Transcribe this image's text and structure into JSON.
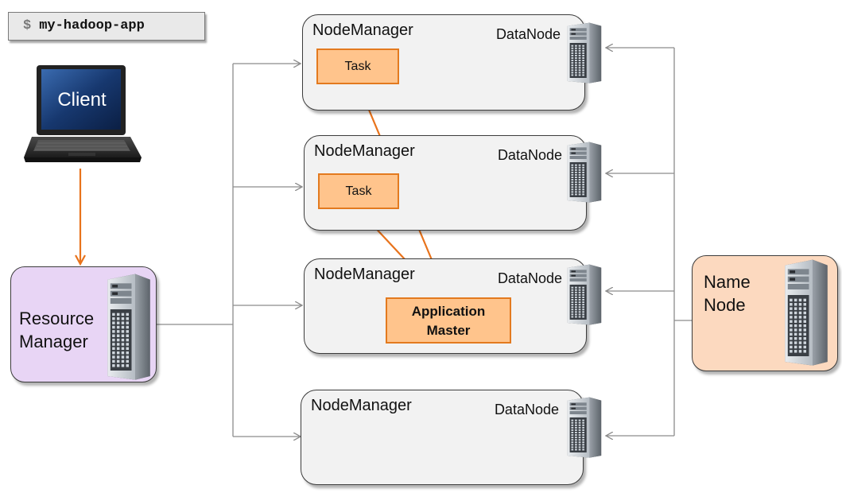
{
  "command": {
    "prompt": "$",
    "text": "my-hadoop-app"
  },
  "client": {
    "label": "Client"
  },
  "resource_manager": {
    "line1": "Resource",
    "line2": "Manager"
  },
  "name_node": {
    "line1": "Name",
    "line2": "Node"
  },
  "nodes": [
    {
      "manager_label": "NodeManager",
      "datanode_label": "DataNode",
      "task_label": "Task"
    },
    {
      "manager_label": "NodeManager",
      "datanode_label": "DataNode",
      "task_label": "Task"
    },
    {
      "manager_label": "NodeManager",
      "datanode_label": "DataNode"
    },
    {
      "manager_label": "NodeManager",
      "datanode_label": "DataNode"
    }
  ],
  "application_master": {
    "line1": "Application",
    "line2": "Master"
  },
  "colors": {
    "orange_arrow": "#e8731c",
    "task_fill": "#ffc48c",
    "resource_manager_fill": "#e8d5f5",
    "name_node_fill": "#fcd9bf",
    "node_fill": "#f2f2f2",
    "connector_gray": "#8c8c8c"
  }
}
